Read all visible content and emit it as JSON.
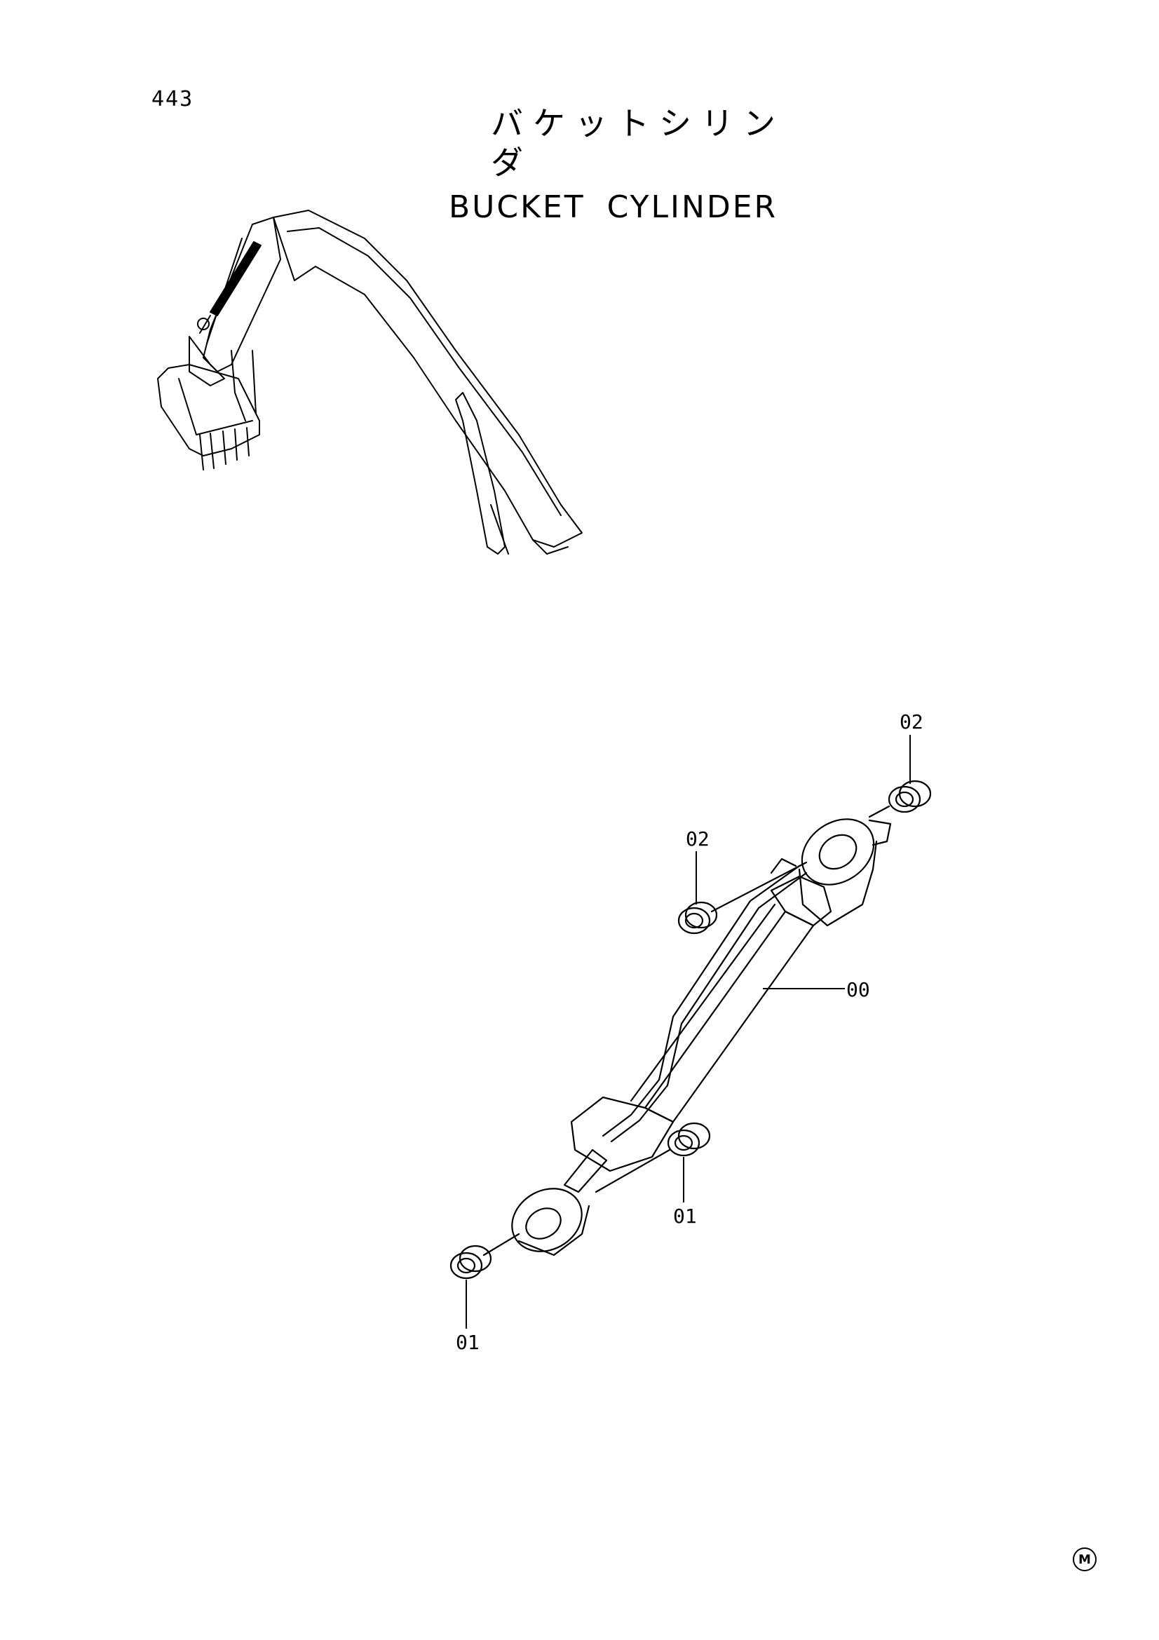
{
  "page": {
    "number": "443"
  },
  "title": {
    "japanese": "バケットシリンダ",
    "english": "BUCKET CYLINDER"
  },
  "callouts": [
    {
      "id": "c-02-top",
      "label": "02"
    },
    {
      "id": "c-02-mid",
      "label": "02"
    },
    {
      "id": "c-00",
      "label": "00"
    },
    {
      "id": "c-01-right",
      "label": "01"
    },
    {
      "id": "c-01-left",
      "label": "01"
    }
  ],
  "footer": {
    "mark": "M"
  }
}
